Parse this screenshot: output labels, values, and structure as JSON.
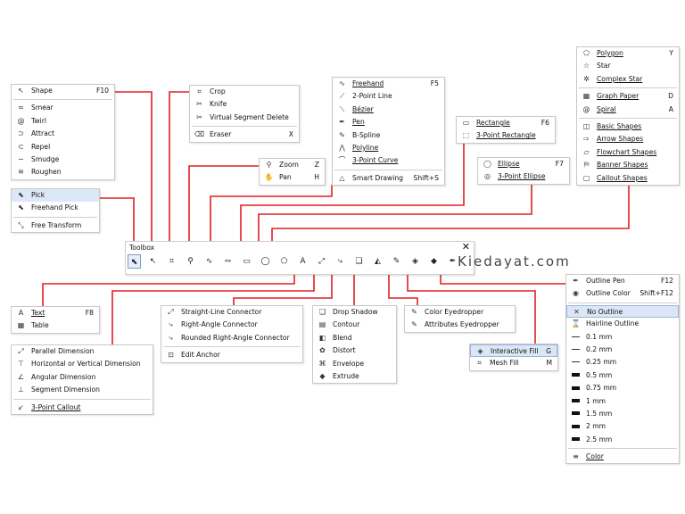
{
  "toolbox": {
    "title": "Toolbox",
    "close_glyph": "✕",
    "tools": [
      {
        "name": "pick-tool-icon",
        "glyph": "⬉"
      },
      {
        "name": "shape-tool-icon",
        "glyph": "↖"
      },
      {
        "name": "crop-tool-icon",
        "glyph": "⌗"
      },
      {
        "name": "zoom-tool-icon",
        "glyph": "⚲"
      },
      {
        "name": "freehand-tool-icon",
        "glyph": "∿"
      },
      {
        "name": "artistic-media-icon",
        "glyph": "∾"
      },
      {
        "name": "rectangle-tool-icon",
        "glyph": "▭"
      },
      {
        "name": "ellipse-tool-icon",
        "glyph": "◯"
      },
      {
        "name": "polygon-tool-icon",
        "glyph": "⬠"
      },
      {
        "name": "text-tool-icon",
        "glyph": "A"
      },
      {
        "name": "dimension-tool-icon",
        "glyph": "⤢"
      },
      {
        "name": "connector-tool-icon",
        "glyph": "⤷"
      },
      {
        "name": "drop-shadow-tool-icon",
        "glyph": "❑"
      },
      {
        "name": "transparency-tool-icon",
        "glyph": "◭"
      },
      {
        "name": "eyedropper-tool-icon",
        "glyph": "✎"
      },
      {
        "name": "interactive-fill-icon",
        "glyph": "◈"
      },
      {
        "name": "smart-fill-icon",
        "glyph": "◆"
      },
      {
        "name": "outline-pen-icon",
        "glyph": "✒"
      }
    ]
  },
  "watermark": "Kiedayat.com",
  "menus": {
    "shape": [
      {
        "icon": "shape-icon",
        "glyph": "↖",
        "label": "Shape",
        "shortcut": "F10"
      },
      {
        "sep": true
      },
      {
        "icon": "smear-icon",
        "glyph": "≈",
        "label": "Smear"
      },
      {
        "icon": "twirl-icon",
        "glyph": "@",
        "label": "Twirl"
      },
      {
        "icon": "attract-icon",
        "glyph": "⊃",
        "label": "Attract"
      },
      {
        "icon": "repel-icon",
        "glyph": "⊂",
        "label": "Repel"
      },
      {
        "icon": "smudge-icon",
        "glyph": "∽",
        "label": "Smudge"
      },
      {
        "icon": "roughen-icon",
        "glyph": "≋",
        "label": "Roughen"
      }
    ],
    "pick": [
      {
        "icon": "pick-icon",
        "glyph": "⬉",
        "label": "Pick",
        "selected": true
      },
      {
        "icon": "freehand-pick-icon",
        "glyph": "⬉",
        "label": "Freehand Pick"
      },
      {
        "sep": true
      },
      {
        "icon": "free-transform-icon",
        "glyph": "⤡",
        "label": "Free Transform"
      }
    ],
    "crop": [
      {
        "icon": "crop-icon",
        "glyph": "⌗",
        "label": "Crop"
      },
      {
        "icon": "knife-icon",
        "glyph": "✂",
        "label": "Knife"
      },
      {
        "icon": "virtual-segment-delete-icon",
        "glyph": "✂",
        "label": "Virtual Segment Delete"
      },
      {
        "sep": true
      },
      {
        "icon": "eraser-icon",
        "glyph": "⌫",
        "label": "Eraser",
        "shortcut": "X"
      }
    ],
    "zoom": [
      {
        "icon": "zoom-icon",
        "glyph": "⚲",
        "label": "Zoom",
        "shortcut": "Z"
      },
      {
        "icon": "pan-icon",
        "glyph": "✋",
        "label": "Pan",
        "shortcut": "H"
      }
    ],
    "freehand": [
      {
        "icon": "freehand-icon",
        "glyph": "∿",
        "label": "Freehand",
        "shortcut": "F5",
        "u": true
      },
      {
        "icon": "2-point-line-icon",
        "glyph": "⟋",
        "label": "2-Point Line"
      },
      {
        "icon": "bezier-icon",
        "glyph": "⟍",
        "label": "Bézier",
        "u": true
      },
      {
        "icon": "pen-icon",
        "glyph": "✒",
        "label": "Pen",
        "u": true
      },
      {
        "icon": "b-spline-icon",
        "glyph": "✎",
        "label": "B-Spline"
      },
      {
        "icon": "polyline-icon",
        "glyph": "⋀",
        "label": "Polyline",
        "u": true
      },
      {
        "icon": "3-point-curve-icon",
        "glyph": "⌒",
        "label": "3-Point Curve",
        "u": true
      },
      {
        "sep": true
      },
      {
        "icon": "smart-drawing-icon",
        "glyph": "△",
        "label": "Smart Drawing",
        "shortcut": "Shift+S"
      }
    ],
    "rectangle": [
      {
        "icon": "rectangle-icon",
        "glyph": "▭",
        "label": "Rectangle",
        "shortcut": "F6",
        "u": true
      },
      {
        "icon": "3-point-rectangle-icon",
        "glyph": "⬚",
        "label": "3-Point Rectangle",
        "u": true
      }
    ],
    "ellipse": [
      {
        "icon": "ellipse-icon",
        "glyph": "◯",
        "label": "Ellipse",
        "shortcut": "F7",
        "u": true
      },
      {
        "icon": "3-point-ellipse-icon",
        "glyph": "◎",
        "label": "3-Point Ellipse",
        "u": true
      }
    ],
    "polygon": [
      {
        "icon": "polygon-icon",
        "glyph": "⬠",
        "label": "Polygon",
        "shortcut": "Y",
        "u": true
      },
      {
        "icon": "star-icon",
        "glyph": "☆",
        "label": "Star"
      },
      {
        "icon": "complex-star-icon",
        "glyph": "✲",
        "label": "Complex Star",
        "u": true
      },
      {
        "sep": true
      },
      {
        "icon": "graph-paper-icon",
        "glyph": "▦",
        "label": "Graph Paper",
        "shortcut": "D",
        "u": true
      },
      {
        "icon": "spiral-icon",
        "glyph": "@",
        "label": "Spiral",
        "shortcut": "A",
        "u": true
      },
      {
        "sep": true
      },
      {
        "icon": "basic-shapes-icon",
        "glyph": "◫",
        "label": "Basic Shapes",
        "u": true
      },
      {
        "icon": "arrow-shapes-icon",
        "glyph": "⇨",
        "label": "Arrow Shapes",
        "u": true
      },
      {
        "icon": "flowchart-shapes-icon",
        "glyph": "▱",
        "label": "Flowchart Shapes",
        "u": true
      },
      {
        "icon": "banner-shapes-icon",
        "glyph": "⛿",
        "label": "Banner Shapes",
        "u": true
      },
      {
        "icon": "callout-shapes-icon",
        "glyph": "▢",
        "label": "Callout Shapes",
        "u": true
      }
    ],
    "text": [
      {
        "icon": "text-icon",
        "glyph": "A",
        "label": "Text",
        "shortcut": "F8",
        "u": true
      },
      {
        "icon": "table-icon",
        "glyph": "▦",
        "label": "Table"
      }
    ],
    "dimension": [
      {
        "icon": "parallel-dimension-icon",
        "glyph": "⤢",
        "label": "Parallel Dimension"
      },
      {
        "icon": "horizontal-vertical-dimension-icon",
        "glyph": "⊤",
        "label": "Horizontal or Vertical Dimension"
      },
      {
        "icon": "angular-dimension-icon",
        "glyph": "∠",
        "label": "Angular Dimension"
      },
      {
        "icon": "segment-dimension-icon",
        "glyph": "⊥",
        "label": "Segment Dimension"
      },
      {
        "sep": true
      },
      {
        "icon": "3-point-callout-icon",
        "glyph": "↙",
        "label": "3-Point Callout",
        "u": true
      }
    ],
    "connector": [
      {
        "icon": "straight-line-connector-icon",
        "glyph": "⤢",
        "label": "Straight-Line Connector"
      },
      {
        "icon": "right-angle-connector-icon",
        "glyph": "⤷",
        "label": "Right-Angle Connector"
      },
      {
        "icon": "rounded-right-angle-connector-icon",
        "glyph": "⤷",
        "label": "Rounded Right-Angle Connector"
      },
      {
        "sep": true
      },
      {
        "icon": "edit-anchor-icon",
        "glyph": "⊡",
        "label": "Edit Anchor"
      }
    ],
    "effects": [
      {
        "icon": "drop-shadow-icon",
        "glyph": "❑",
        "label": "Drop Shadow"
      },
      {
        "icon": "contour-icon",
        "glyph": "▤",
        "label": "Contour"
      },
      {
        "icon": "blend-icon",
        "glyph": "◧",
        "label": "Blend"
      },
      {
        "icon": "distort-icon",
        "glyph": "✿",
        "label": "Distort"
      },
      {
        "icon": "envelope-icon",
        "glyph": "⌘",
        "label": "Envelope"
      },
      {
        "icon": "extrude-icon",
        "glyph": "◆",
        "label": "Extrude"
      }
    ],
    "eyedropper": [
      {
        "icon": "color-eyedropper-icon",
        "glyph": "✎",
        "label": "Color Eyedropper"
      },
      {
        "icon": "attributes-eyedropper-icon",
        "glyph": "✎",
        "label": "Attributes Eyedropper"
      }
    ],
    "fill": [
      {
        "icon": "interactive-fill-icon",
        "glyph": "◈",
        "label": "Interactive Fill",
        "shortcut": "G",
        "hl": true
      },
      {
        "icon": "mesh-fill-icon",
        "glyph": "⌗",
        "label": "Mesh Fill",
        "shortcut": "M"
      }
    ],
    "outline": [
      {
        "icon": "outline-pen-icon",
        "glyph": "✒",
        "label": "Outline Pen",
        "shortcut": "F12"
      },
      {
        "icon": "outline-color-icon",
        "glyph": "◉",
        "label": "Outline Color",
        "shortcut": "Shift+F12"
      },
      {
        "sep": true
      },
      {
        "icon": "no-outline-icon",
        "glyph": "✕",
        "label": "No Outline",
        "hl": true
      },
      {
        "icon": "hairline-outline-icon",
        "glyph": "⌛",
        "label": "Hairline Outline"
      },
      {
        "icon": "line-width-icon",
        "glyph": "hline",
        "label": "0.1 mm"
      },
      {
        "icon": "line-width-icon",
        "glyph": "hline",
        "label": "0.2 mm"
      },
      {
        "icon": "line-width-icon",
        "glyph": "hline",
        "label": "0.25 mm"
      },
      {
        "icon": "line-width-icon",
        "glyph": "swatch",
        "label": "0.5 mm"
      },
      {
        "icon": "line-width-icon",
        "glyph": "swatch",
        "label": "0.75 mm"
      },
      {
        "icon": "line-width-icon",
        "glyph": "swatch",
        "label": "1 mm"
      },
      {
        "icon": "line-width-icon",
        "glyph": "swatch",
        "label": "1.5 mm"
      },
      {
        "icon": "line-width-icon",
        "glyph": "swatch",
        "label": "2 mm"
      },
      {
        "icon": "line-width-icon",
        "glyph": "swatch",
        "label": "2.5 mm"
      },
      {
        "sep": true
      },
      {
        "icon": "color-icon",
        "glyph": "≡",
        "label": "Color",
        "u": true
      }
    ]
  },
  "colors": {
    "connector_line": "#e31e24",
    "highlight": "#dce8f8"
  }
}
